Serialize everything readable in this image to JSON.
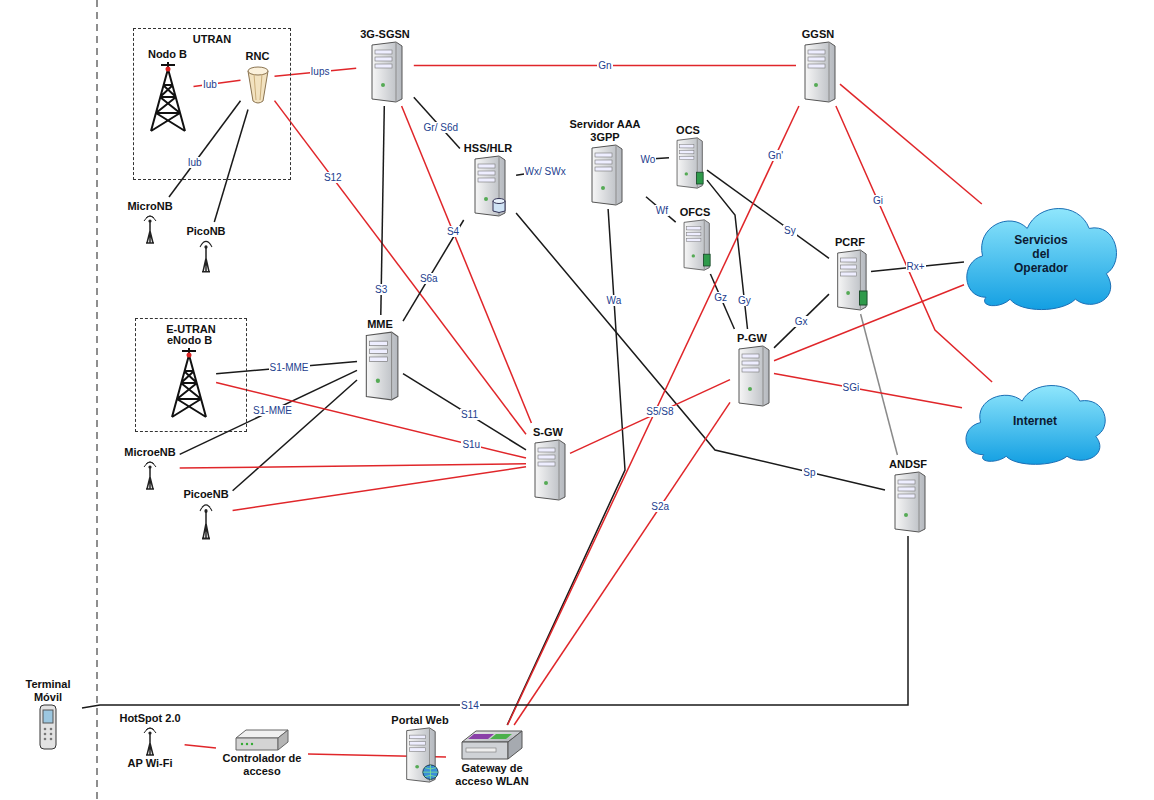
{
  "diagram": {
    "nodes": [
      {
        "text": [
          "UTRAN"
        ]
      },
      {
        "text": [
          "Nodo B"
        ],
        "in": 0
      },
      {
        "text": [
          "RNC"
        ],
        "in": 0
      },
      {
        "text": [
          "3G-SGSN"
        ]
      },
      {
        "text": [
          "GGSN"
        ]
      },
      {
        "text": [
          "MicroNB"
        ]
      },
      {
        "text": [
          "PicoNB"
        ]
      },
      {
        "text": [
          "HSS/HLR"
        ]
      },
      {
        "text": [
          "Servidor AAA 3GPP"
        ]
      },
      {
        "text": [
          "OCS"
        ]
      },
      {
        "text": [
          "OFCS"
        ]
      },
      {
        "text": [
          "PCRF"
        ]
      },
      {
        "text": [
          "Servicios del Operador"
        ]
      },
      {
        "text": [
          "E-UTRAN"
        ]
      },
      {
        "text": [
          "eNodo B"
        ],
        "in": 13
      },
      {
        "text": [
          "MME"
        ]
      },
      {
        "text": [
          "S-GW"
        ]
      },
      {
        "text": [
          "P-GW"
        ]
      },
      {
        "text": [
          "Internet"
        ]
      },
      {
        "text": [
          "MicroeNB"
        ]
      },
      {
        "text": [
          "PicoeNB"
        ]
      },
      {
        "text": [
          "ANDSF"
        ]
      },
      {
        "text": [
          "Terminal Móvil"
        ]
      },
      {
        "text": [
          "Portal Web"
        ]
      },
      {
        "text": [
          "HotSpot 2.0",
          "AP Wi-Fi"
        ]
      },
      {
        "text": [
          "Controlador de acceso"
        ]
      },
      {
        "text": [
          "Gateway de acceso WLAN"
        ]
      }
    ],
    "edges": [
      {
        "from": 1,
        "to": 2,
        "label": "Iub",
        "arrow": "none"
      },
      {
        "from": 2,
        "to": 3,
        "label": "Iups",
        "arrow": "none"
      },
      {
        "from": 3,
        "to": 4,
        "label": "Gn",
        "arrow": "none"
      },
      {
        "from": 2,
        "to": 5,
        "label": "Iub",
        "arrow": "none"
      },
      {
        "from": 2,
        "to": 6,
        "arrow": "none"
      },
      {
        "from": 2,
        "to": 16,
        "label": "S12",
        "arrow": "none"
      },
      {
        "from": 3,
        "to": 7,
        "label": "Gr/ S6d",
        "arrow": "none"
      },
      {
        "from": 3,
        "to": 15,
        "label": "S3",
        "arrow": "none"
      },
      {
        "from": 3,
        "to": 16,
        "label": "S4",
        "arrow": "none"
      },
      {
        "from": 15,
        "to": 7,
        "label": "S6a",
        "arrow": "none"
      },
      {
        "from": 7,
        "to": 8,
        "label": "Wx/ SWx",
        "arrow": "none"
      },
      {
        "from": 7,
        "to": 21,
        "label": "Sp",
        "arrow": "none"
      },
      {
        "from": 8,
        "to": 9,
        "label": "Wo",
        "arrow": "none"
      },
      {
        "from": 8,
        "to": 10,
        "label": "Wf",
        "arrow": "none"
      },
      {
        "from": 8,
        "to": 26,
        "label": "Wa",
        "arrow": "none"
      },
      {
        "from": 9,
        "to": 11,
        "label": "Sy",
        "arrow": "none"
      },
      {
        "from": 9,
        "to": 17,
        "label": "Gy",
        "arrow": "none"
      },
      {
        "from": 10,
        "to": 17,
        "label": "Gz",
        "arrow": "none"
      },
      {
        "from": 17,
        "to": 11,
        "label": "Gx",
        "arrow": "none"
      },
      {
        "from": 11,
        "to": 12,
        "label": "Rx+",
        "arrow": "none"
      },
      {
        "from": 11,
        "to": 21,
        "arrow": "none"
      },
      {
        "from": 4,
        "to": 12,
        "arrow": "none"
      },
      {
        "from": 4,
        "to": 18,
        "label": "Gi",
        "arrow": "none"
      },
      {
        "from": 4,
        "to": 26,
        "label": "Gn'",
        "arrow": "none"
      },
      {
        "from": 17,
        "to": 12,
        "arrow": "none"
      },
      {
        "from": 17,
        "to": 18,
        "label": "SGi",
        "arrow": "none"
      },
      {
        "from": 17,
        "to": 26,
        "label": "S2a",
        "arrow": "none"
      },
      {
        "from": 16,
        "to": 17,
        "label": "S5/S8",
        "arrow": "none"
      },
      {
        "from": 14,
        "to": 15,
        "label": "S1-MME",
        "arrow": "none"
      },
      {
        "from": 19,
        "to": 15,
        "label": "S1-MME",
        "arrow": "none"
      },
      {
        "from": 20,
        "to": 15,
        "arrow": "none"
      },
      {
        "from": 14,
        "to": 16,
        "label": "S1u",
        "arrow": "none"
      },
      {
        "from": 19,
        "to": 16,
        "arrow": "none"
      },
      {
        "from": 20,
        "to": 16,
        "arrow": "none"
      },
      {
        "from": 15,
        "to": 16,
        "label": "S11",
        "arrow": "none"
      },
      {
        "from": 22,
        "to": 21,
        "label": "S14",
        "arrow": "none"
      },
      {
        "from": 24,
        "to": 25,
        "arrow": "none"
      },
      {
        "from": 25,
        "to": 26,
        "arrow": "none"
      },
      {
        "from": 23,
        "to": 26,
        "arrow": "none"
      }
    ]
  }
}
